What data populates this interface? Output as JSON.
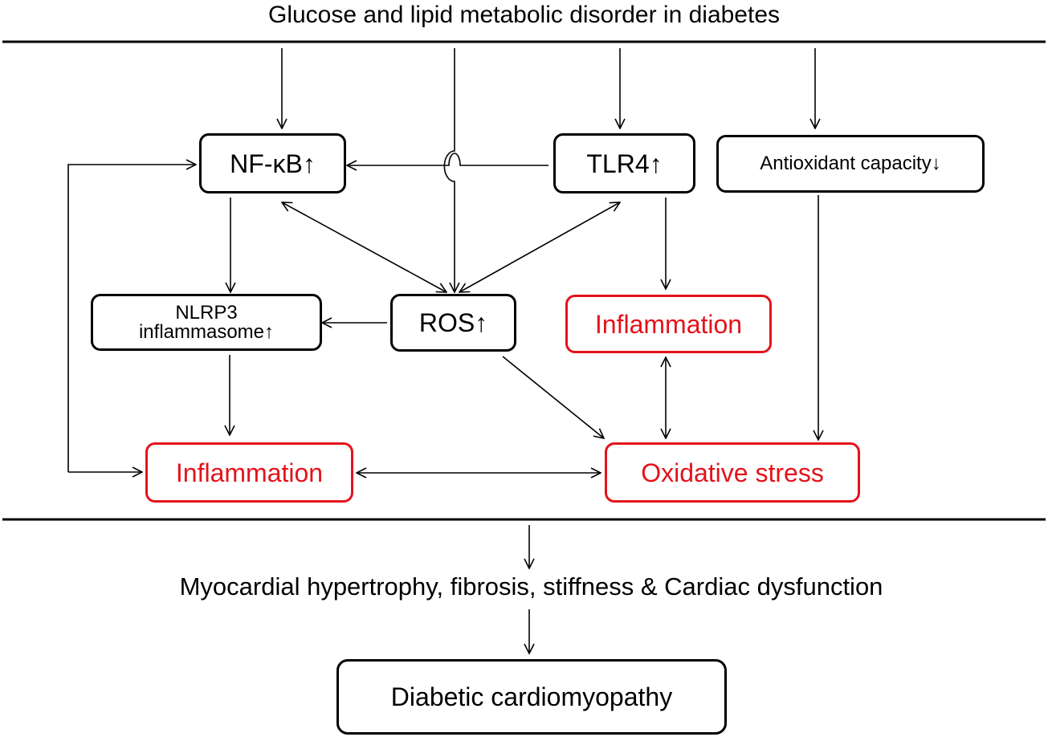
{
  "header": {
    "text": "Glucose and lipid metabolic disorder in diabetes"
  },
  "nodes": {
    "nfkb": "NF-κB↑",
    "tlr4": "TLR4↑",
    "antioxidant": "Antioxidant capacity↓",
    "nlrp3": {
      "line1": "NLRP3",
      "line2": "inflammasome↑"
    },
    "ros": "ROS↑",
    "inflammation_right": "Inflammation",
    "inflammation_left": "Inflammation",
    "oxidative_stress": "Oxidative stress"
  },
  "outcome": {
    "text": "Myocardial hypertrophy, fibrosis, stiffness & Cardiac dysfunction"
  },
  "final": {
    "text": "Diabetic cardiomyopathy"
  },
  "colors": {
    "outcome_boxes": "#e3131b",
    "lines": "#000000"
  }
}
